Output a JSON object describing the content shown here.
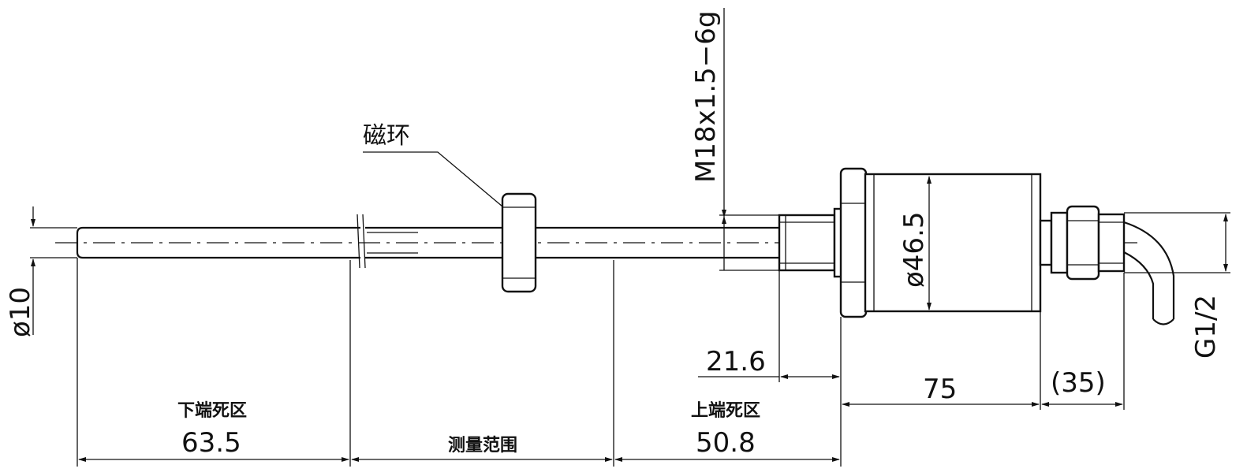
{
  "labels": {
    "magnetic_ring": "磁环",
    "thread_spec": "M18x1.5−6g",
    "rod_diameter": "ø10",
    "body_diameter": "ø46.5",
    "thread_length": "21.6",
    "body_length": "75",
    "connector_length": "(35)",
    "pipe_thread": "G1/2",
    "lower_dead_zone_label": "下端死区",
    "lower_dead_zone_value": "63.5",
    "measuring_range_label": "测量范围",
    "upper_dead_zone_label": "上端死区",
    "upper_dead_zone_value": "50.8"
  }
}
